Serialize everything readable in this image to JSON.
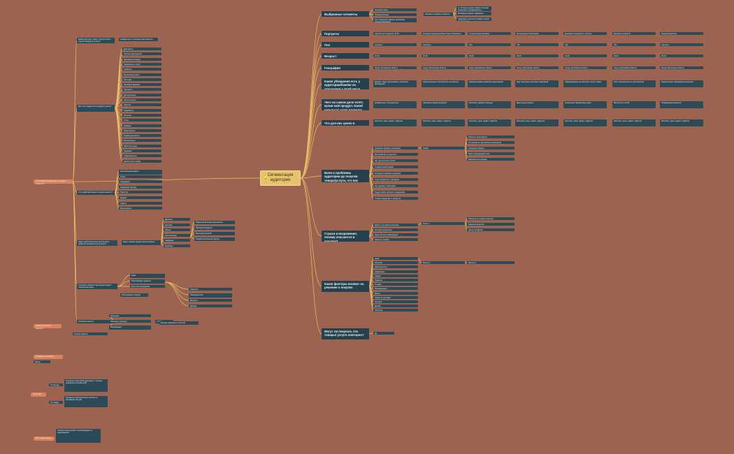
{
  "root": {
    "title": "Сегментация аудитории",
    "icon": "lightbulb-icon"
  },
  "colors": {
    "background": "#9c6450",
    "node": "#2d4a57",
    "root": "#e7c36b",
    "line": "#e8c06a",
    "outline": "#d9825e"
  },
  "right": {
    "selected_segments": {
      "title": "Выбранные сегменты",
      "items": [
        "Молодые люди",
        "Профессионалы",
        "Нет специально данных наполнены (конкретизировать)"
      ],
      "subtitle": "Целевые основные сегменты",
      "notes": [
        "те, которые делают ремонт, ищущие интерьеры, нуждающиеся в изменении дизайна",
        "мотивирует работу закрашено",
        "привлекает клиентов товарах, своим новым видом"
      ]
    },
    "portraits": {
      "title": "Портреты",
      "items": [
        "Архитектор в возрасте 25-35",
        "Молодая предприимчивая семья переживает потребление",
        "Строительная компания",
        "Интерьерная организация",
        "Дизайнер интерьеров с опытом",
        "Девушка в возрасте",
        "Предприниматель"
      ]
    },
    "gender": {
      "title": "Пол",
      "items": [
        "мужчины",
        "женщины",
        "оба",
        "оба",
        "оба",
        "оба",
        "мужчины"
      ]
    },
    "age": {
      "title": "Возраст",
      "items": [
        "25-35",
        "30-45",
        "25-60",
        "25-45",
        "30-45",
        "25-40",
        "30-45"
      ]
    },
    "geo": {
      "title": "География",
      "items": [
        "Город, Московская область",
        "Город, Московская область",
        "Город, Московская область",
        "Город, Московская область",
        "Город, Московская область",
        "Город, Московская область",
        "Город, Московская область"
      ]
    },
    "beliefs": {
      "title": "Какие убеждения есть у аудитории/Каково их отношение к моей нише",
      "items": [
        "Думают, видят вдохновение, опасаются материалов",
        "Нерешительные, беспокоятся за качество",
        "Заинтересованы выбором предложения",
        "Ищут мастеров для своих пожеланий",
        "Сфокусированы на качестве, строят планы",
        "Хотят уникальность в пространстве",
        "Предпочитают проверенные решения"
      ]
    },
    "wants": {
      "title": "Чего на самом деле хотят, купив мой продукт. Какой результат хотят получить после использования моего продукта",
      "items": [
        "Комфортный, стильный дом",
        "Экономить время на ремонт",
        "Качество, доверие к бренду",
        "Довольные клиенты",
        "Уникальное оформление дома",
        "Впечатлить гостей",
        "Проверенный результат"
      ]
    },
    "values": {
      "title": "Что для них ценно в продукте/ услуге",
      "items": [
        "Качество, цена, сервис, гарантия",
        "Качество, цена, сервис, гарантия",
        "Качество, цена, сервис, гарантия",
        "Качество, цена, сервис, гарантия",
        "Качество, цена, сервис, гарантия",
        "Качество, цена, сервис, гарантия",
        "Качество, цена, сервис, гарантия"
      ]
    },
    "problems": {
      "title": "Боли и проблемы аудитории до покупки товара/услуги, что вас чувствуют?",
      "items": [
        "Неумение выбрать материалы",
        "Беспокойство за качество",
        "Нет достаточного опыта",
        "Ограниченный бюджет",
        "Не хватает времени на ремонт",
        "Страх ошибиться с выбором",
        "Нет доверия к мастерам",
        "Трудно найти хорошего подрядчика",
        "Сложно представить результат"
      ],
      "subtitle": "Одобр",
      "notes": [
        "Покупать качественно",
        "Не ошибаться при выборе материалов",
        "Сохранить бюджет",
        "Найти подходящий стиль",
        "Вдохновиться идеями"
      ]
    },
    "fears": {
      "title": "Страхи и возражения, почему опасаются в покупке?",
      "items": [
        "Дорого, не поверю решению",
        "Не будет результата",
        "Недостаточно информации",
        "Кажется, ошибка"
      ],
      "subtitle": "Ответ 1",
      "notes": [
        "Посмотреть отзывы клиентов",
        "Гарантия качества",
        "Наше портфолио"
      ]
    },
    "factors": {
      "title": "Какие факторы влияют на решение о покупке",
      "items": [
        "Цена",
        "Качество",
        "Экологичность",
        "Надёжность",
        "Сервис",
        "Гарантия",
        "Отзывы",
        "Рекомендации",
        "Бренд",
        "Скорость доставки",
        "Наличие",
        "Дизайн",
        "Удобство"
      ],
      "subtitle": "Фактор 1",
      "notes": [
        "Фактор 2"
      ]
    },
    "repeat": {
      "title": "Могут ли покупать эти товары/ услуги повторно?",
      "items": [
        "Да"
      ]
    }
  },
  "left": {
    "main": {
      "title": "Что в действительности нужно клиенту?"
    },
    "branch1": {
      "title": "Какой результат клиент получит после покупки продукта/ услуги?",
      "items": [
        "Комфортное и стильное пространство"
      ]
    },
    "branch2": {
      "title": "Для чего людям этого продукта нужно?",
      "items": [
        "Дом мечты",
        "Уютное пространство",
        "Красивый интерьер",
        "Подчеркнуть статус",
        "Удобство",
        "Функциональность",
        "Эстетика",
        "Экономия времени",
        "Прочность",
        "Долговечность",
        "Экологичность",
        "Престиж",
        "Надёжность",
        "Качество",
        "Стиль",
        "Комфорт",
        "Практичность",
        "Индивидуальность",
        "Безопасность",
        "Простота ухода",
        "Гармония",
        "Современность",
        "Долгий срок службы"
      ]
    },
    "branch3": {
      "title": "Что в действительности нужно клиенту?",
      "items": [
        "Качественный ремонт",
        "Стиль",
        "Поддержка",
        "Надёжный партнёр",
        "Простота",
        "Бюджет",
        "Советы",
        "Вдохновение"
      ]
    },
    "branch4": {
      "title": "Какую действительную актуальность добиться желаемого результата?",
      "subtitle": "Какое главное предпочтение клиента",
      "items": [
        "Дешевле",
        "Быстрее",
        "Проще",
        "Качественнее",
        "Надёжнее",
        "Красивее"
      ],
      "notes": [
        "Правильный выбор материалов",
        "Экономия бюджета",
        "Быстрый результат",
        "Профессиональный подход"
      ]
    },
    "branch5": {
      "title": "Стоимость заказа и как аргументирует / тематически цены",
      "subtitle": "Обоснование и выбор",
      "items": [
        "Цена",
        "Обоснование ценности",
        "Качество материалов"
      ],
      "notes": [
        "Гарантия",
        "Преимущества",
        "Вопросы",
        "Доводы"
      ]
    },
    "branch6": {
      "title": "Хорошие клиенты",
      "subtitle": "Чтобы",
      "items": [
        "Лояльные",
        "Покупают повторно",
        "Рекомендуют"
      ],
      "note": "Больше избранных клиентов"
    },
    "results": {
      "title": "Какой результат получит",
      "sub": "Оценка клиента"
    },
    "segments_outline": {
      "title": "Целевые сегменты",
      "sub": "Доход"
    },
    "stage": {
      "title": "Этап ЦА",
      "items": [
        "По методу",
        "По товару"
      ],
      "notes": [
        "Описание клиентской аудитории, с точным указанием потребностей",
        "Основные характеристики сегмента и мотивация покупки"
      ]
    },
    "final": {
      "title": "Итоговый вывод",
      "note": "Запросы покупателей и рекомендации по предложению"
    }
  }
}
